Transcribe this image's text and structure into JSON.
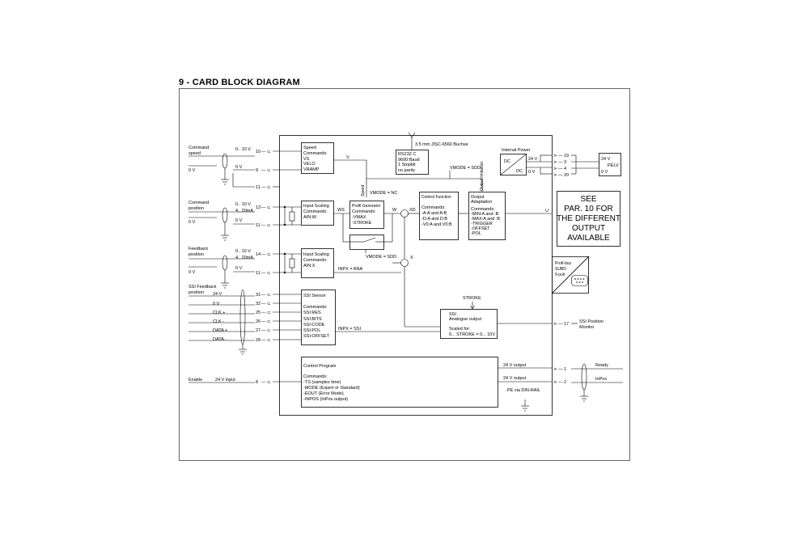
{
  "page": {
    "title": "9 - CARD BLOCK DIAGRAM"
  },
  "inputs": {
    "command_speed": {
      "label_1": "Command",
      "label_2": "speed",
      "sig": "0.. 10 V",
      "zero": "0 V",
      "zero_sig": "0 V",
      "pins": [
        "10",
        "9",
        "11"
      ]
    },
    "command_position": {
      "label_1": "Command",
      "label_2": "position",
      "sig_1": "0.. 10 V",
      "sig_2": "4.. 20mA",
      "zero": "0 V",
      "zero_sig": "0 V",
      "pins": [
        "13",
        "11"
      ]
    },
    "feedback_position": {
      "label_1": "Feedback",
      "label_2": "position",
      "sig_1": "0.. 10 V",
      "sig_2": "4.. 20mA",
      "zero": "0 V",
      "zero_sig": "0 V",
      "pins": [
        "14",
        "11"
      ]
    },
    "ssi_feedback": {
      "label_1": "SSI Feedback",
      "label_2": "position",
      "signals": [
        {
          "name": "24 V",
          "pin": "31"
        },
        {
          "name": "0 V",
          "pin": "32"
        },
        {
          "name": "CLK +",
          "pin": "25"
        },
        {
          "name": "CLK -",
          "pin": "26"
        },
        {
          "name": "DATA +",
          "pin": "27"
        },
        {
          "name": "DATA -",
          "pin": "28"
        }
      ]
    },
    "enable": {
      "label": "Enable",
      "sig": "24 V input",
      "pin": "8"
    }
  },
  "blocks": {
    "speed": {
      "lines": [
        "Speed",
        "Commands:",
        "VS",
        "VELO",
        "VRAMP"
      ]
    },
    "scaling_w": {
      "lines": [
        "Input Scaling",
        "Commands:",
        "AIN:W"
      ]
    },
    "scaling_x": {
      "lines": [
        "Input Scaling",
        "Commands:",
        "AIN:X"
      ]
    },
    "profil": {
      "lines": [
        "Profil Generator",
        "Commands:",
        "-VMAX",
        "-STROKE"
      ]
    },
    "rs232": {
      "lines": [
        "RS232 C",
        "9600 Baud",
        "1 Stopbit",
        "no parity"
      ],
      "connector": "3.5 mm JISC-6560 Buchse"
    },
    "control_function": {
      "lines": [
        "Control Function",
        "",
        "Commands:",
        "-A:A and A:B",
        "-D:A and D:B",
        "-V0:A and V0:B"
      ]
    },
    "output_adaptation": {
      "lines": [
        "Output",
        "Adaptation",
        "",
        "Commands:",
        "-MIN:A and :B",
        "-MAX:A and :B",
        "-TRIGGER",
        "-OFFSET",
        "-POL"
      ]
    },
    "ssi_sensor": {
      "lines": [
        "SSI Sensor",
        "",
        "Commands:",
        "SSI:RES",
        "SSI:BITS",
        "SSI:CODE",
        "SSI:POL",
        "SSI:OFFSET"
      ]
    },
    "ssi_analogue": {
      "lines": [
        "SSI",
        "Analogue output",
        "",
        "Scaled for:",
        "0... STROKE = 0... 10V"
      ]
    },
    "control_program": {
      "lines": [
        "Control Program",
        "",
        "Commands:",
        "-TS (samples time)",
        "-MODE (Expert or Standard)",
        "-EOUT (Error Mode)",
        "-INPOS (InPos output)"
      ]
    },
    "internal_power": {
      "title": "Internal Power",
      "dc1": "DC",
      "dc2": "DC",
      "v": "24 V",
      "zero": "0 V"
    },
    "pelv": {
      "v": "24 V",
      "label": "PELV",
      "zero": "0 V"
    },
    "see_par": {
      "lines": [
        "SEE",
        "PAR. 10 FOR",
        "THE DIFFERENT",
        "OUTPUT",
        "AVAILABLE"
      ]
    },
    "profibus": {
      "lines": [
        "Profi-bus",
        "SUBD",
        "9 poli"
      ]
    }
  },
  "signals": {
    "v": "V",
    "speed": "Speed",
    "vmode_nc": "VMODE = NC",
    "vmode_sdd": "VMODE = SDD",
    "vmode_sdd2": "VMODE = SDD",
    "ws": "WS",
    "w": "W",
    "xd": "XD",
    "x": "X",
    "u": "U",
    "stroke": "STROKE",
    "inpx_ana": "INPX = ANA",
    "inpx_ssi": "INPX = SSI",
    "output_limitation": "Output limitation"
  },
  "outputs": {
    "power_pins": [
      "19",
      "3",
      "4",
      "20"
    ],
    "ssi_monitor": {
      "pin": "17",
      "label_1": "SSI Position",
      "label_2": "Monitor"
    },
    "out_24_1": "24 V output",
    "out_24_2": "24 V output",
    "ready": {
      "pin": "1",
      "label": "Ready"
    },
    "inpos": {
      "pin": "2",
      "label": "InPos"
    },
    "pe": "PE via DIN-RAIL"
  }
}
